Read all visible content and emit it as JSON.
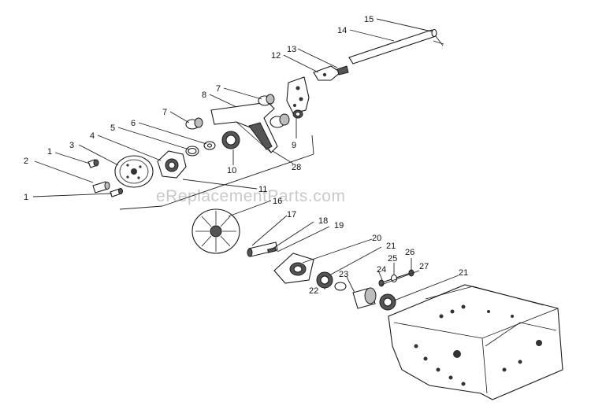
{
  "watermark": "eReplacementParts.com",
  "callouts": [
    {
      "id": "c15",
      "label": "15"
    },
    {
      "id": "c14",
      "label": "14"
    },
    {
      "id": "c13",
      "label": "13"
    },
    {
      "id": "c12",
      "label": "12"
    },
    {
      "id": "c7a",
      "label": "7"
    },
    {
      "id": "c8",
      "label": "8"
    },
    {
      "id": "c7b",
      "label": "7"
    },
    {
      "id": "c6",
      "label": "6"
    },
    {
      "id": "c5",
      "label": "5"
    },
    {
      "id": "c4",
      "label": "4"
    },
    {
      "id": "c3",
      "label": "3"
    },
    {
      "id": "c2",
      "label": "2"
    },
    {
      "id": "c1a",
      "label": "1"
    },
    {
      "id": "c1b",
      "label": "1"
    },
    {
      "id": "c9",
      "label": "9"
    },
    {
      "id": "c10",
      "label": "10"
    },
    {
      "id": "c28",
      "label": "28"
    },
    {
      "id": "c11",
      "label": "11"
    },
    {
      "id": "c16",
      "label": "16"
    },
    {
      "id": "c17",
      "label": "17"
    },
    {
      "id": "c18",
      "label": "18"
    },
    {
      "id": "c19",
      "label": "19"
    },
    {
      "id": "c20",
      "label": "20"
    },
    {
      "id": "c21a",
      "label": "21"
    },
    {
      "id": "c26",
      "label": "26"
    },
    {
      "id": "c25",
      "label": "25"
    },
    {
      "id": "c24",
      "label": "24"
    },
    {
      "id": "c27",
      "label": "27"
    },
    {
      "id": "c23",
      "label": "23"
    },
    {
      "id": "c21b",
      "label": "21"
    },
    {
      "id": "c22",
      "label": "22"
    }
  ]
}
